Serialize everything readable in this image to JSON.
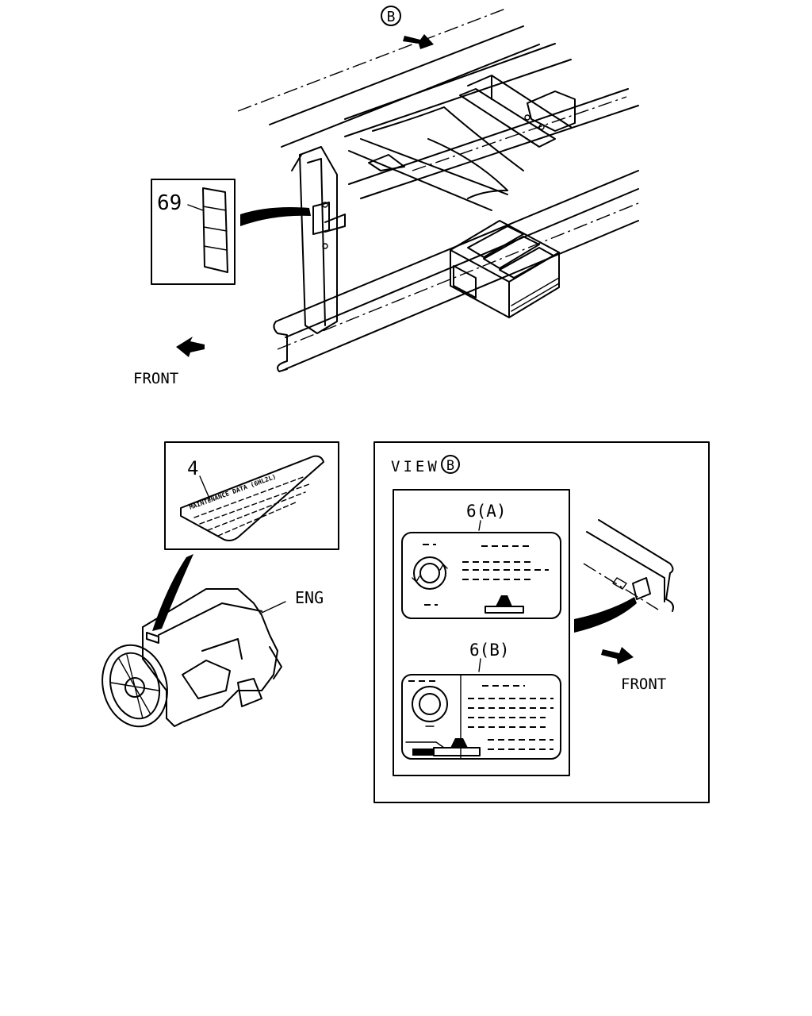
{
  "callouts": {
    "top_marker": "B",
    "part_69": "69",
    "front_top": "FRONT",
    "part_4": "4",
    "eng": "ENG",
    "view_label": "VIEW",
    "view_marker": "B",
    "part_6a": "6(A)",
    "part_6b": "6(B)",
    "front_view": "FRONT"
  },
  "labels": {
    "label_4_header": "MAINTENANCE DATA (6HL2L)"
  }
}
